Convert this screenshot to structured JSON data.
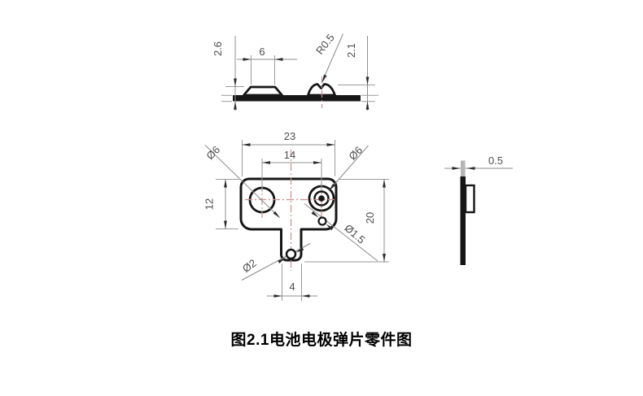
{
  "figure": {
    "caption": "图2.1电池电极弹片零件图",
    "colors": {
      "background": "#ffffff",
      "part_outline": "#161616",
      "dimension_line": "#8f8f8f",
      "dimension_text": "#4d4d4d",
      "centerline": "#cc8f8f",
      "caption_text": "#000000"
    },
    "labels": {
      "dim_2_6": "2.6",
      "dim_6": "6",
      "dim_r0_5": "R0.5",
      "dim_2_1": "2.1",
      "dim_23": "23",
      "dim_14": "14",
      "dim_d6_left": "Ø6",
      "dim_d6_right": "Ø6",
      "dim_12": "12",
      "dim_20": "20",
      "dim_d1_5": "Ø1.5",
      "dim_d2": "Ø2",
      "dim_4": "4",
      "dim_0_5": "0.5"
    },
    "part_dimensions_mm": {
      "overall_width": 23,
      "hole_center_spacing": 14,
      "body_height": 12,
      "overall_height": 20,
      "tab_width": 4,
      "round_feature_diameter": 6,
      "small_hole_diameter": 1.5,
      "tab_hole_diameter": 2,
      "emboss_tip_radius": 0.5,
      "profile_heights": [
        2.6,
        2.1
      ],
      "material_thickness": 0.5
    }
  }
}
